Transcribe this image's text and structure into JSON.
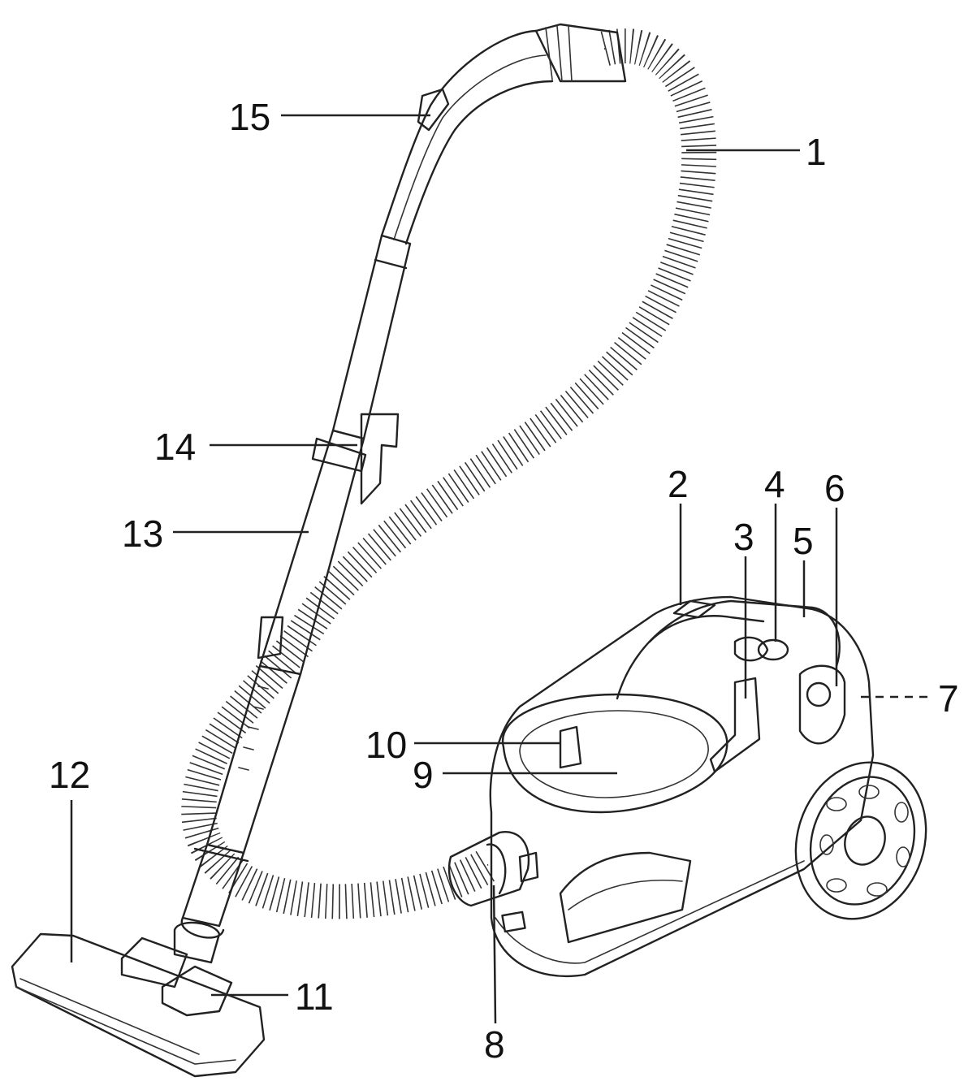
{
  "callouts": [
    {
      "number": "1"
    },
    {
      "number": "2"
    },
    {
      "number": "3"
    },
    {
      "number": "4"
    },
    {
      "number": "5"
    },
    {
      "number": "6"
    },
    {
      "number": "7"
    },
    {
      "number": "8"
    },
    {
      "number": "9"
    },
    {
      "number": "10"
    },
    {
      "number": "11"
    },
    {
      "number": "12"
    },
    {
      "number": "13"
    },
    {
      "number": "14"
    },
    {
      "number": "15"
    }
  ]
}
